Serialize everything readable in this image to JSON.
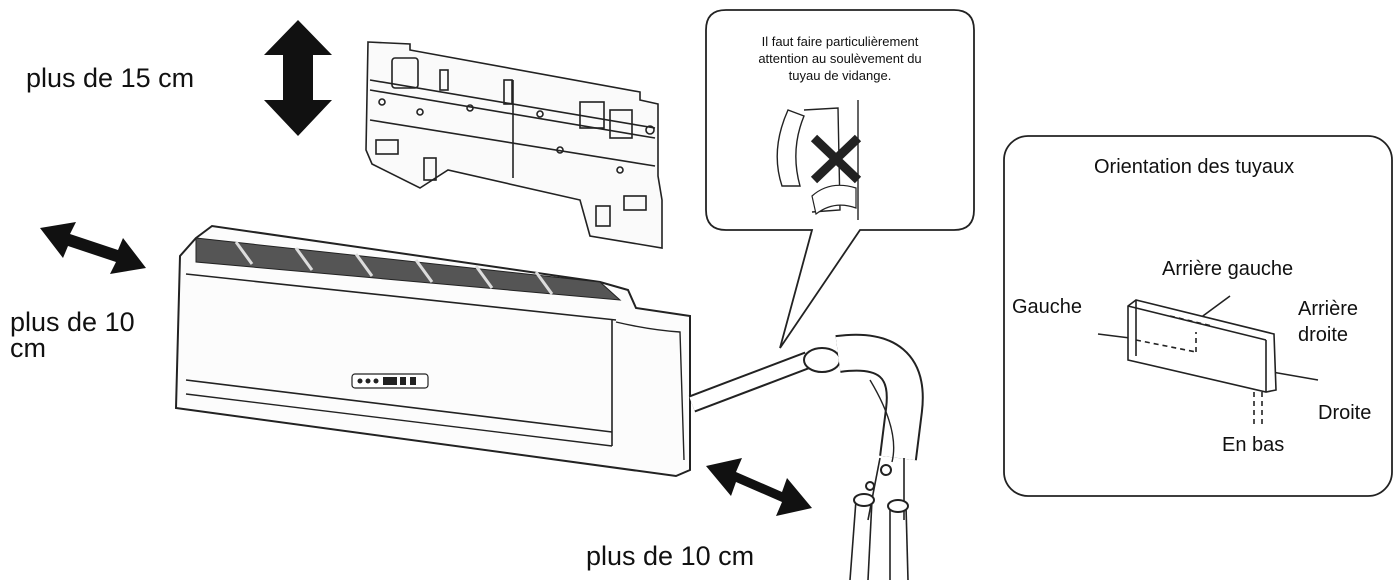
{
  "clearances": {
    "top": "plus de 15 cm",
    "side_line1": "plus de 10",
    "side_line2": "cm",
    "bottom": "plus de 10 cm"
  },
  "callout": {
    "line1": "Il faut faire particulièrement",
    "line2": "attention au soulèvement du",
    "line3": "tuyau de vidange."
  },
  "orientation": {
    "title": "Orientation des tuyaux",
    "rear_left": "Arrière gauche",
    "left": "Gauche",
    "rear_right_line1": "Arrière",
    "rear_right_line2": "droite",
    "right": "Droite",
    "bottom": "En bas"
  },
  "icons": {
    "double_arrow": "double-headed-arrow-icon",
    "cross": "cross-icon"
  }
}
